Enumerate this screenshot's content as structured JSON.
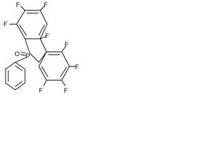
{
  "molecule": {
    "atoms": {
      "F_upper_1": "F",
      "F_upper_2": "F",
      "F_upper_3": "F",
      "F_upper_4": "F",
      "F_lower_1": "F",
      "F_lower_2": "F",
      "F_lower_3": "F",
      "F_lower_4": "F",
      "P": "P",
      "O": "O"
    }
  }
}
